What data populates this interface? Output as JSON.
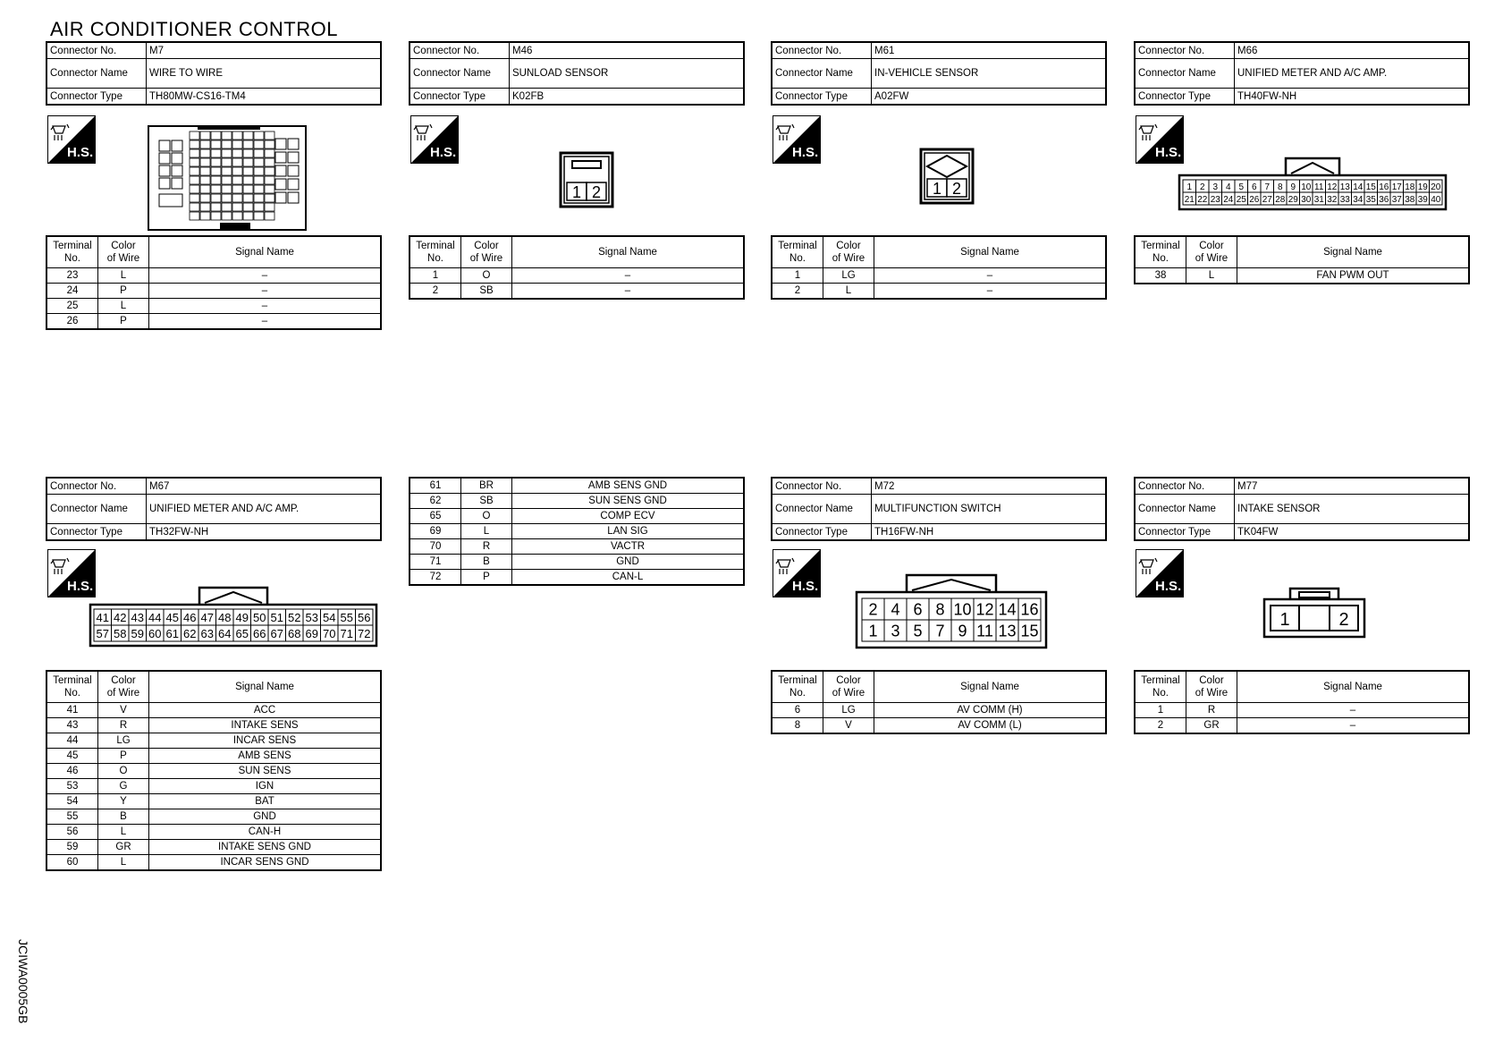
{
  "title": "AIR CONDITIONER CONTROL",
  "doc_id": "JCIWA0005GB",
  "labels": {
    "connector_no": "Connector No.",
    "connector_name": "Connector Name",
    "connector_type": "Connector Type",
    "terminal_no_1": "Terminal",
    "terminal_no_2": "No.",
    "color_1": "Color",
    "color_2": "of Wire",
    "signal": "Signal Name",
    "hs": "H.S."
  },
  "connectors": {
    "m7": {
      "no": "M7",
      "name": "WIRE TO WIRE",
      "type": "TH80MW-CS16-TM4",
      "rows": [
        [
          "23",
          "L",
          "–"
        ],
        [
          "24",
          "P",
          "–"
        ],
        [
          "25",
          "L",
          "–"
        ],
        [
          "26",
          "P",
          "–"
        ]
      ]
    },
    "m46": {
      "no": "M46",
      "name": "SUNLOAD SENSOR",
      "type": "K02FB",
      "rows": [
        [
          "1",
          "O",
          "–"
        ],
        [
          "2",
          "SB",
          "–"
        ]
      ]
    },
    "m61": {
      "no": "M61",
      "name": "IN-VEHICLE SENSOR",
      "type": "A02FW",
      "rows": [
        [
          "1",
          "LG",
          "–"
        ],
        [
          "2",
          "L",
          "–"
        ]
      ]
    },
    "m66": {
      "no": "M66",
      "name": "UNIFIED METER AND A/C AMP.",
      "type": "TH40FW-NH",
      "rows": [
        [
          "38",
          "L",
          "FAN PWM OUT"
        ]
      ]
    },
    "m67": {
      "no": "M67",
      "name": "UNIFIED METER AND A/C AMP.",
      "type": "TH32FW-NH",
      "rows": [
        [
          "41",
          "V",
          "ACC"
        ],
        [
          "43",
          "R",
          "INTAKE SENS"
        ],
        [
          "44",
          "LG",
          "INCAR SENS"
        ],
        [
          "45",
          "P",
          "AMB SENS"
        ],
        [
          "46",
          "O",
          "SUN SENS"
        ],
        [
          "53",
          "G",
          "IGN"
        ],
        [
          "54",
          "Y",
          "BAT"
        ],
        [
          "55",
          "B",
          "GND"
        ],
        [
          "56",
          "L",
          "CAN-H"
        ],
        [
          "59",
          "GR",
          "INTAKE SENS GND"
        ],
        [
          "60",
          "L",
          "INCAR SENS GND"
        ]
      ],
      "cont_rows": [
        [
          "61",
          "BR",
          "AMB SENS GND"
        ],
        [
          "62",
          "SB",
          "SUN SENS GND"
        ],
        [
          "65",
          "O",
          "COMP ECV"
        ],
        [
          "69",
          "L",
          "LAN SIG"
        ],
        [
          "70",
          "R",
          "VACTR"
        ],
        [
          "71",
          "B",
          "GND"
        ],
        [
          "72",
          "P",
          "CAN-L"
        ]
      ]
    },
    "m72": {
      "no": "M72",
      "name": "MULTIFUNCTION SWITCH",
      "type": "TH16FW-NH",
      "rows": [
        [
          "6",
          "LG",
          "AV COMM (H)"
        ],
        [
          "8",
          "V",
          "AV COMM (L)"
        ]
      ]
    },
    "m77": {
      "no": "M77",
      "name": "INTAKE SENSOR",
      "type": "TK04FW",
      "rows": [
        [
          "1",
          "R",
          "–"
        ],
        [
          "2",
          "GR",
          "–"
        ]
      ]
    }
  },
  "pins": {
    "m46": [
      "1",
      "2"
    ],
    "m61": [
      "1",
      "2"
    ],
    "m66_top": [
      "1",
      "2",
      "3",
      "4",
      "5",
      "6",
      "7",
      "8",
      "9",
      "10",
      "11",
      "12",
      "13",
      "14",
      "15",
      "16",
      "17",
      "18",
      "19",
      "20"
    ],
    "m66_bot": [
      "21",
      "22",
      "23",
      "24",
      "25",
      "26",
      "27",
      "28",
      "29",
      "30",
      "31",
      "32",
      "33",
      "34",
      "35",
      "36",
      "37",
      "38",
      "39",
      "40"
    ],
    "m67_top": [
      "41",
      "42",
      "43",
      "44",
      "45",
      "46",
      "47",
      "48",
      "49",
      "50",
      "51",
      "52",
      "53",
      "54",
      "55",
      "56"
    ],
    "m67_bot": [
      "57",
      "58",
      "59",
      "60",
      "61",
      "62",
      "63",
      "64",
      "65",
      "66",
      "67",
      "68",
      "69",
      "70",
      "71",
      "72"
    ],
    "m72_top": [
      "2",
      "4",
      "6",
      "8",
      "10",
      "12",
      "14",
      "16"
    ],
    "m72_bot": [
      "1",
      "3",
      "5",
      "7",
      "9",
      "11",
      "13",
      "15"
    ],
    "m77": [
      "1",
      "2"
    ]
  }
}
